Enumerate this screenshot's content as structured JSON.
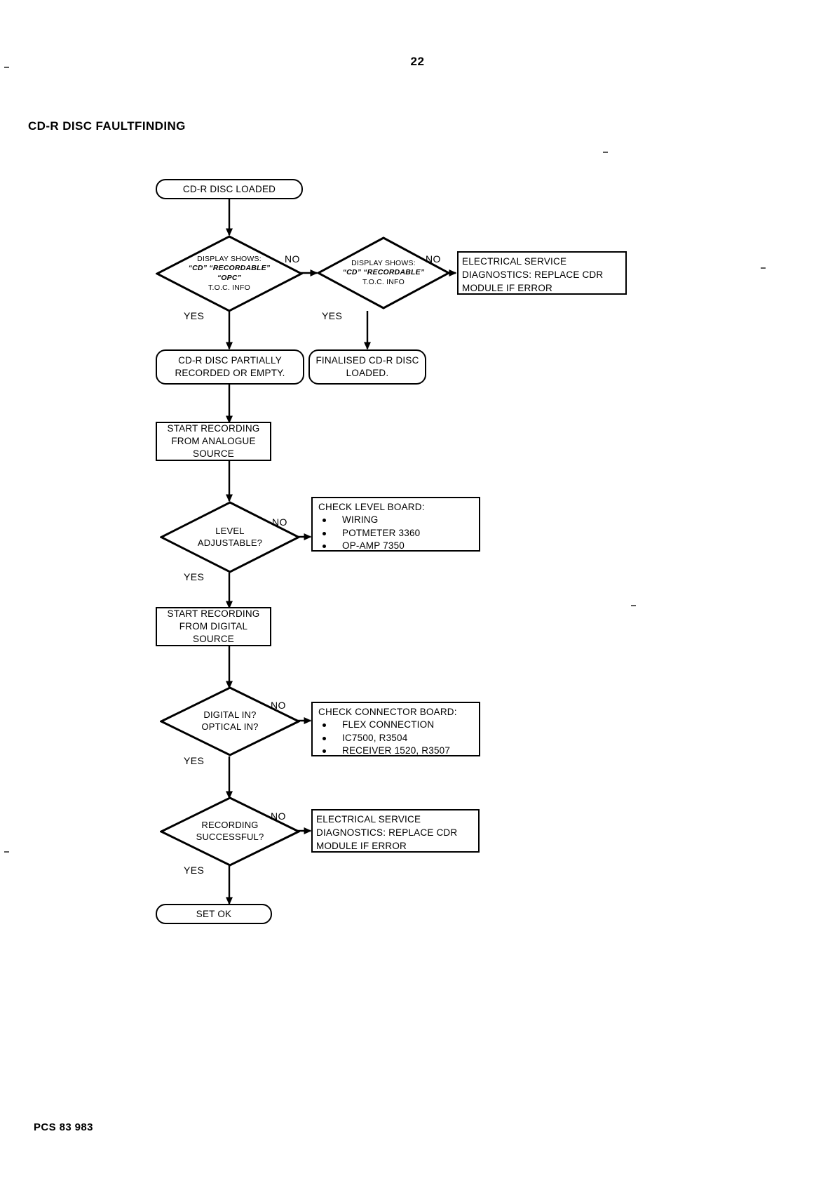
{
  "page": {
    "number": "22",
    "title": "CD-R DISC FAULTFINDING",
    "footer_code": "PCS 83 983"
  },
  "chart_data": {
    "type": "diagram",
    "title": "CD-R DISC FAULTFINDING",
    "orientation": "top-down"
  },
  "flow": {
    "start": {
      "label": "CD-R DISC LOADED"
    },
    "decision1": {
      "line1": "DISPLAY SHOWS:",
      "line2": "“CD” “RECORDABLE”",
      "line3": "“OPC”",
      "line4": "T.O.C. INFO",
      "yes": "YES",
      "no": "NO"
    },
    "decision2": {
      "line1": "DISPLAY SHOWS:",
      "line2": "“CD” “RECORDABLE”",
      "line3": "T.O.C. INFO",
      "yes": "YES",
      "no": "NO"
    },
    "service_box_top": {
      "line1": "ELECTRICAL SERVICE",
      "line2": "DIAGNOSTICS: REPLACE CDR",
      "line3": "MODULE IF ERROR"
    },
    "partial_disc": {
      "line1": "CD-R DISC PARTIALLY",
      "line2": "RECORDED OR EMPTY."
    },
    "finalised_disc": {
      "line1": "FINALISED CD-R DISC",
      "line2": "LOADED."
    },
    "start_analogue": {
      "line1": "START RECORDING",
      "line2": "FROM ANALOGUE",
      "line3": "SOURCE"
    },
    "decision_level": {
      "line1": "LEVEL",
      "line2": "ADJUSTABLE?",
      "yes": "YES",
      "no": "NO"
    },
    "check_level_board": {
      "header": "CHECK LEVEL BOARD:",
      "items": [
        "WIRING",
        "POTMETER 3360",
        "OP-AMP 7350"
      ]
    },
    "start_digital": {
      "line1": "START RECORDING",
      "line2": "FROM DIGITAL",
      "line3": "SOURCE"
    },
    "decision_digital": {
      "line1": "DIGITAL IN?",
      "line2": "OPTICAL IN?",
      "yes": "YES",
      "no": "NO"
    },
    "check_connector_board": {
      "header": "CHECK CONNECTOR BOARD:",
      "items": [
        "FLEX CONNECTION",
        "IC7500, R3504",
        "RECEIVER 1520, R3507"
      ]
    },
    "decision_recording": {
      "line1": "RECORDING",
      "line2": "SUCCESSFUL?",
      "yes": "YES",
      "no": "NO"
    },
    "service_box_bottom": {
      "line1": "ELECTRICAL SERVICE",
      "line2": "DIAGNOSTICS: REPLACE CDR",
      "line3": "MODULE IF ERROR"
    },
    "end": {
      "label": "SET OK"
    }
  }
}
